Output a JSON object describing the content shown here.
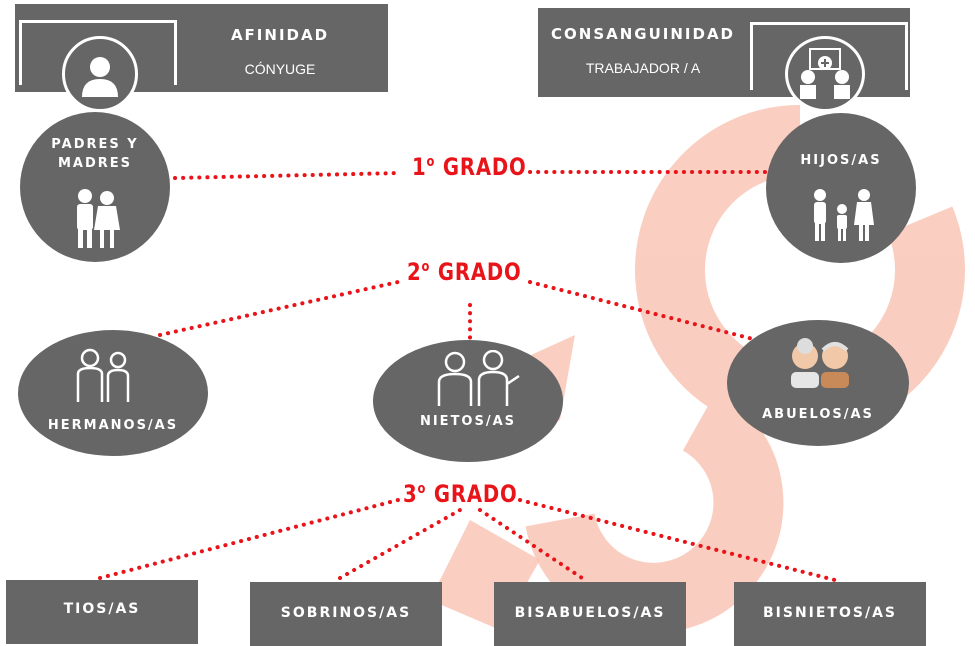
{
  "afinidad": {
    "title": "AFINIDAD",
    "subtitle": "CÓNYUGE",
    "icon": "person-icon"
  },
  "consanguinidad": {
    "title": "CONSANGUINIDAD",
    "subtitle": "TRABAJADOR / A",
    "icon": "medical-couple-icon"
  },
  "grados": {
    "primero": {
      "number": "1",
      "sup": "o",
      "word": "GRADO"
    },
    "segundo": {
      "number": "2",
      "sup": "o",
      "word": "GRADO"
    },
    "tercero": {
      "number": "3",
      "sup": "o",
      "word": "GRADO"
    }
  },
  "nodes": {
    "padres": {
      "line1": "PADRES Y",
      "line2": "MADRES",
      "icon": "parents-icon"
    },
    "hijos": {
      "label": "HIJOS/AS",
      "icon": "family-icon"
    },
    "hermanos": {
      "label": "HERMANOS/AS",
      "icon": "siblings-icon"
    },
    "nietos": {
      "label": "NIETOS/AS",
      "icon": "grandchildren-icon"
    },
    "abuelos": {
      "label": "ABUELOS/AS",
      "icon": "grandparents-icon"
    },
    "tios": {
      "label": "TIOS/AS"
    },
    "sobrinos": {
      "label": "SOBRINOS/AS"
    },
    "bisabuelos": {
      "label": "BISABUELOS/AS"
    },
    "bisnietos": {
      "label": "BISNIETOS/AS"
    }
  },
  "colors": {
    "box": "#666666",
    "accent": "#e8141a",
    "watermark": "#f7b9a8"
  }
}
